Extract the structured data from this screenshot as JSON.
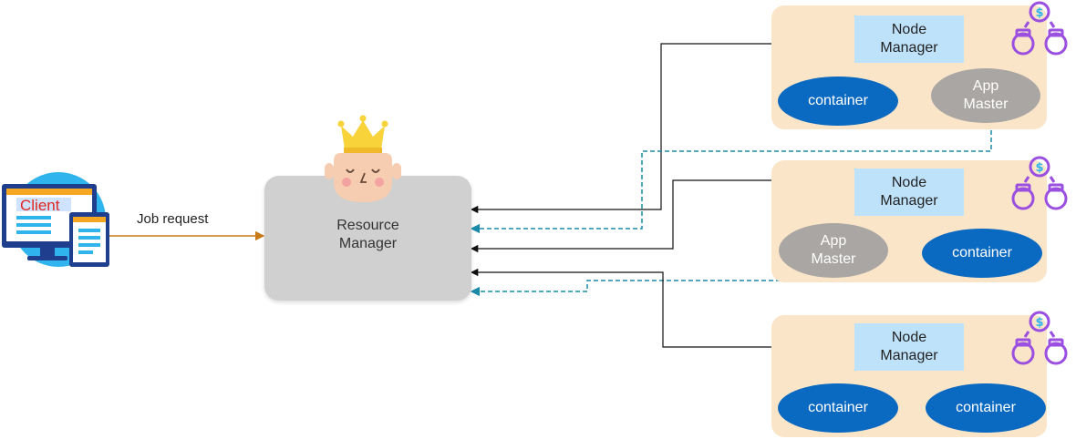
{
  "client": {
    "label": "Client",
    "icon": "client-computer-icon"
  },
  "job_request": {
    "label": "Job request"
  },
  "resource_manager": {
    "line1": "Resource",
    "line2": "Manager",
    "icon": "crowned-face-icon"
  },
  "nodes": [
    {
      "node_manager": {
        "line1": "Node",
        "line2": "Manager"
      },
      "container_1": "container",
      "app_master": {
        "line1": "App",
        "line2": "Master"
      }
    },
    {
      "node_manager": {
        "line1": "Node",
        "line2": "Manager"
      },
      "app_master": {
        "line1": "App",
        "line2": "Master"
      },
      "container_1": "container"
    },
    {
      "node_manager": {
        "line1": "Node",
        "line2": "Manager"
      },
      "container_1": "container",
      "container_2": "container"
    }
  ],
  "colors": {
    "node_panel": "#fbe5c8",
    "node_manager": "#bfe2fb",
    "container": "#0a69c0",
    "app_master": "#a9a6a3",
    "resource_manager": "#d0d0d0",
    "job_arrow": "#c77a17",
    "status_line": "#1a8aa8",
    "handcuff_icon": "#9a4fe0"
  }
}
